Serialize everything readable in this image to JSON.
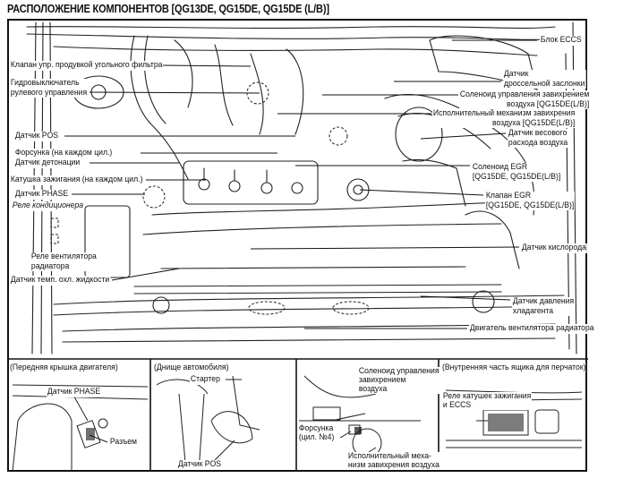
{
  "title": "РАСПОЛОЖЕНИЕ КОМПОНЕНТОВ [QG13DE, QG15DE, QG15DE (L/B)]",
  "main_labels": {
    "left": [
      "Клапан упр. продувкой угольного фильтра",
      "Гидровыключатель\nрулевого управления",
      "Датчик POS",
      "Форсунка (на каждом цил.)",
      "Датчик детонации",
      "Катушка зажигания (на каждом цил.)",
      "Датчик PHASE",
      "Реле кондиционера",
      "Реле вентилятора\nрадиатора",
      "Датчик темп. охл. жидкости"
    ],
    "right": [
      "Блок ECCS",
      "Датчик\nдроссельной заслонки",
      "Соленоид управления завихрением\nвоздуха [QG15DE(L/B)]",
      "Исполнительный механизм завихрения\nвоздуха [QG15DE(L/B)]",
      "Датчик весового\nрасхода воздуха",
      "Соленоид EGR\n[QG15DE, QG15DE(L/B)]",
      "Клапан EGR\n[QG15DE, QG15DE(L/B)]",
      "Датчик кислорода",
      "Датчик давления\nхладагента",
      "Двигатель вентилятора радиатора"
    ]
  },
  "panels": [
    {
      "title": "(Передняя крышка двигателя)",
      "labels": [
        "Датчик PHASE",
        "Разъем"
      ]
    },
    {
      "title": "(Днище автомобиля)",
      "labels": [
        "Стартер",
        "Датчик POS"
      ]
    },
    {
      "title": "",
      "labels": [
        "Соленоид управления\nзавихрением\nвоздуха",
        "Форсунка\n(цил. №4)",
        "Исполнительный меха-\nнизм завихрения воздуха"
      ]
    },
    {
      "title": "(Внутренняя часть ящика для перчаток)",
      "labels": [
        "Реле катушек зажигания\nи ECCS"
      ]
    }
  ]
}
